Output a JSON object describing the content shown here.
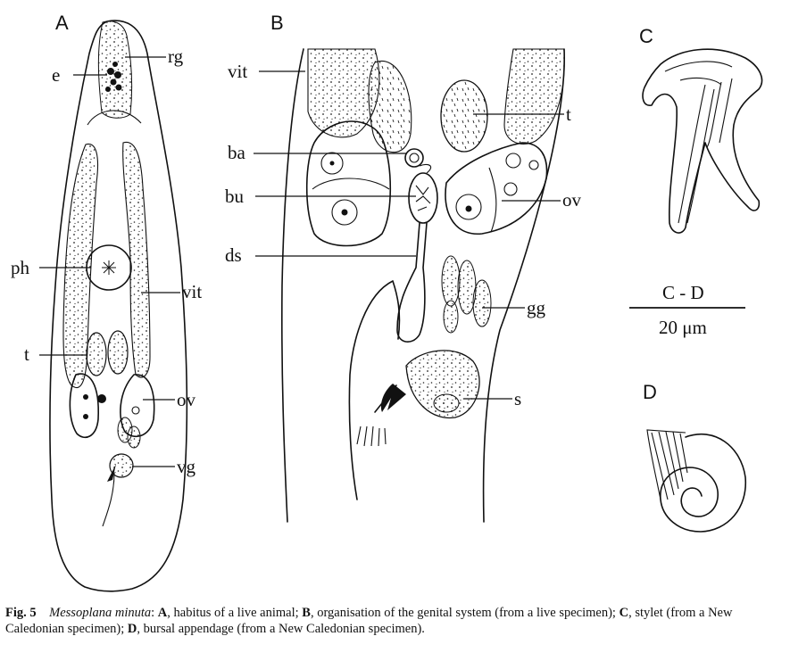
{
  "panels": {
    "A": "A",
    "B": "B",
    "C": "C",
    "D": "D"
  },
  "labels_a": {
    "rg": "rg",
    "e": "e",
    "ph": "ph",
    "vit": "vit",
    "t": "t",
    "ov": "ov",
    "vg": "vg"
  },
  "labels_b": {
    "vit": "vit",
    "t": "t",
    "ba": "ba",
    "bu": "bu",
    "ds": "ds",
    "ov": "ov",
    "gg": "gg",
    "s": "s"
  },
  "scale": {
    "label": "C - D",
    "value": "20 μm"
  },
  "caption": {
    "fig_label": "Fig. 5",
    "species": "Messoplana minuta",
    "a_key": "A",
    "a_text": ", habitus of a live animal; ",
    "b_key": "B",
    "b_text": ", organisation of the genital system (from a live specimen); ",
    "c_key": "C",
    "c_text": ", stylet (from a New Caledonian specimen); ",
    "d_key": "D",
    "d_text": ", bursal appendage (from a New Caledonian specimen)."
  }
}
